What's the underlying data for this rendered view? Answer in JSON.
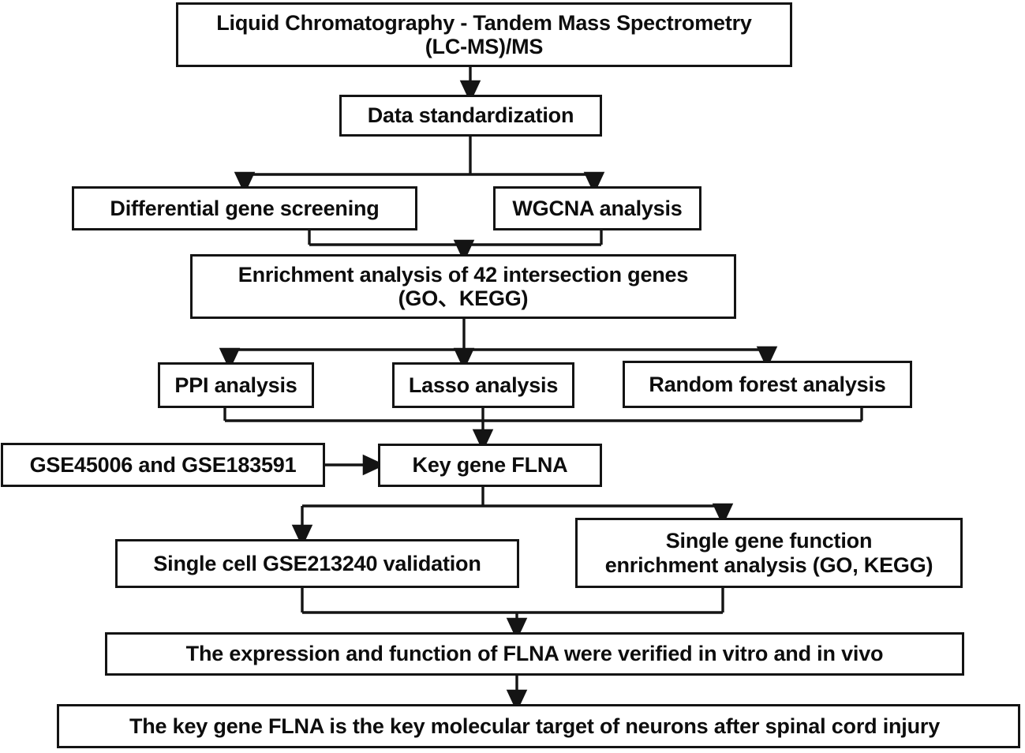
{
  "diagram": {
    "title": "Study workflow flowchart",
    "type": "flowchart",
    "colors": {
      "stroke": "#141414",
      "background": "#ffffff",
      "text": "#0d0d0d"
    },
    "nodes": {
      "lcms": "Liquid Chromatography - Tandem Mass Spectrometry\n(LC-MS)/MS",
      "data_standardization": "Data standardization",
      "differential_gene_screening": "Differential gene screening",
      "wgcna_analysis": "WGCNA analysis",
      "enrichment": "Enrichment analysis of 42 intersection genes\n(GO、KEGG)",
      "ppi_analysis": "PPI analysis",
      "lasso_analysis": "Lasso analysis",
      "random_forest_analysis": "Random forest analysis",
      "gse_datasets": "GSE45006 and GSE183591",
      "key_gene": "Key gene FLNA",
      "single_cell_validation": "Single cell GSE213240 validation",
      "single_gene_function": "Single gene function\nenrichment analysis (GO, KEGG)",
      "expression_function": "The expression and function of FLNA were verified in vitro and in vivo",
      "conclusion": "The key gene FLNA is the key molecular target of neurons after spinal cord injury"
    },
    "edges": [
      {
        "from": "lcms",
        "to": "data_standardization",
        "kind": "straight-arrow"
      },
      {
        "from": "data_standardization",
        "to": "differential_gene_screening",
        "kind": "split-arrow"
      },
      {
        "from": "data_standardization",
        "to": "wgcna_analysis",
        "kind": "split-arrow"
      },
      {
        "from": "differential_gene_screening",
        "to": "enrichment",
        "kind": "merge-arrow"
      },
      {
        "from": "wgcna_analysis",
        "to": "enrichment",
        "kind": "merge-arrow"
      },
      {
        "from": "enrichment",
        "to": "ppi_analysis",
        "kind": "split-arrow"
      },
      {
        "from": "enrichment",
        "to": "lasso_analysis",
        "kind": "split-arrow"
      },
      {
        "from": "enrichment",
        "to": "random_forest_analysis",
        "kind": "split-arrow"
      },
      {
        "from": "ppi_analysis",
        "to": "key_gene",
        "kind": "merge-arrow"
      },
      {
        "from": "lasso_analysis",
        "to": "key_gene",
        "kind": "merge-arrow"
      },
      {
        "from": "random_forest_analysis",
        "to": "key_gene",
        "kind": "merge-arrow"
      },
      {
        "from": "gse_datasets",
        "to": "key_gene",
        "kind": "straight-arrow-right"
      },
      {
        "from": "key_gene",
        "to": "single_cell_validation",
        "kind": "split-arrow"
      },
      {
        "from": "key_gene",
        "to": "single_gene_function",
        "kind": "split-arrow"
      },
      {
        "from": "single_cell_validation",
        "to": "expression_function",
        "kind": "merge-arrow"
      },
      {
        "from": "single_gene_function",
        "to": "expression_function",
        "kind": "merge-arrow"
      },
      {
        "from": "expression_function",
        "to": "conclusion",
        "kind": "straight-arrow"
      }
    ]
  }
}
